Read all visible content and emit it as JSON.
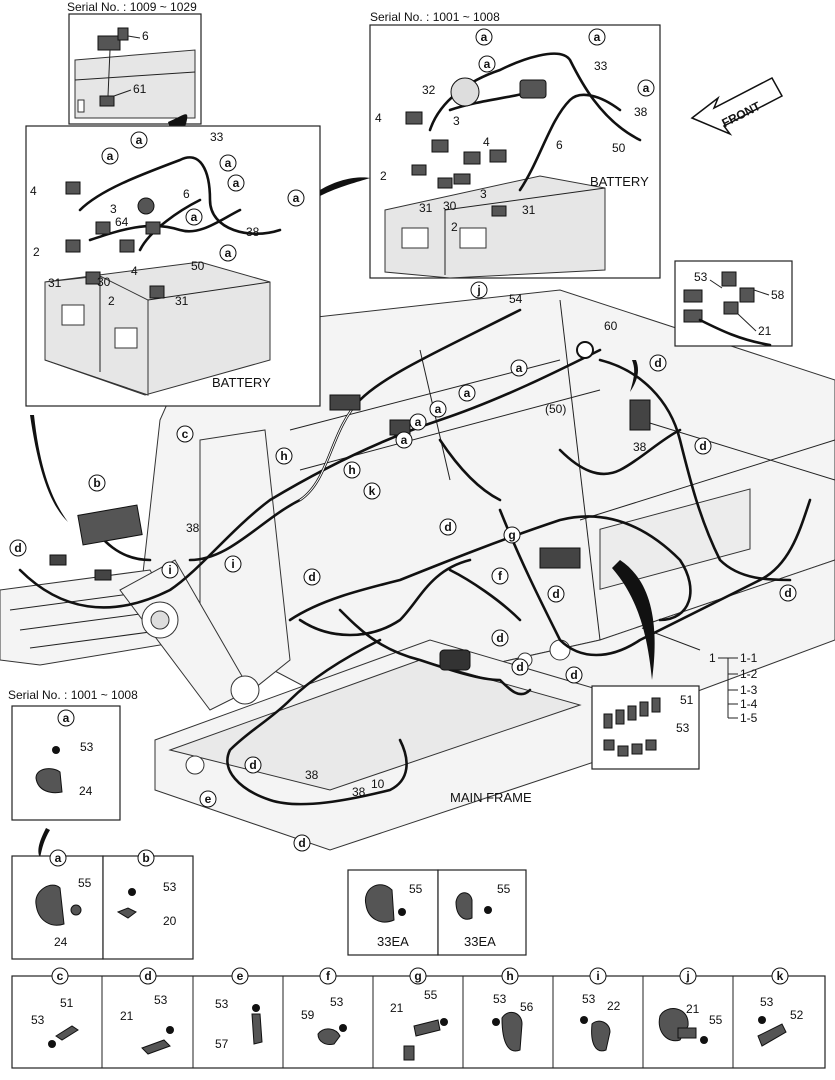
{
  "serials": {
    "top_left": "Serial No. : 1009 ~ 1029",
    "top_right": "Serial No. : 1001 ~ 1008",
    "bottom_left": "Serial No. : 1001 ~ 1008"
  },
  "titles": {
    "battery_left": "BATTERY",
    "battery_right": "BATTERY",
    "main_frame": "MAIN FRAME",
    "front": "FRONT"
  },
  "legend": {
    "main": "1",
    "items": [
      "1-1",
      "1-2",
      "1-3",
      "1-4",
      "1-5"
    ]
  },
  "qty": {
    "left": "33EA",
    "right": "33EA"
  },
  "detail_letters": [
    "a",
    "b",
    "c",
    "d",
    "e",
    "f",
    "g",
    "h",
    "i",
    "j",
    "k"
  ],
  "detail_parts": {
    "a_small": [
      "53",
      "24"
    ],
    "a": [
      "55",
      "24"
    ],
    "b": [
      "53",
      "20"
    ],
    "c": [
      "51",
      "53"
    ],
    "d": [
      "53",
      "21"
    ],
    "e": [
      "53",
      "57"
    ],
    "f": [
      "53",
      "59"
    ],
    "g": [
      "55",
      "21"
    ],
    "h": [
      "53",
      "56"
    ],
    "i": [
      "53",
      "22"
    ],
    "j": [
      "21",
      "55"
    ],
    "k": [
      "53",
      "52"
    ],
    "qty_left": [
      "55"
    ],
    "qty_right": [
      "55"
    ],
    "connector_box": [
      "53",
      "58",
      "21"
    ],
    "fuse_box": [
      "51",
      "53"
    ]
  },
  "part_numbers": {
    "inset_top_left": [
      "6",
      "61"
    ],
    "battery_left": [
      "33",
      "4",
      "3",
      "64",
      "6",
      "38",
      "2",
      "31",
      "30",
      "4",
      "2",
      "31",
      "50"
    ],
    "battery_right": [
      "32",
      "4",
      "3",
      "2",
      "31",
      "4",
      "3",
      "30",
      "2",
      "31",
      "6",
      "33",
      "38",
      "50"
    ],
    "main": [
      "54",
      "60",
      "(50)",
      "38",
      "38",
      "38",
      "10",
      "38"
    ]
  }
}
